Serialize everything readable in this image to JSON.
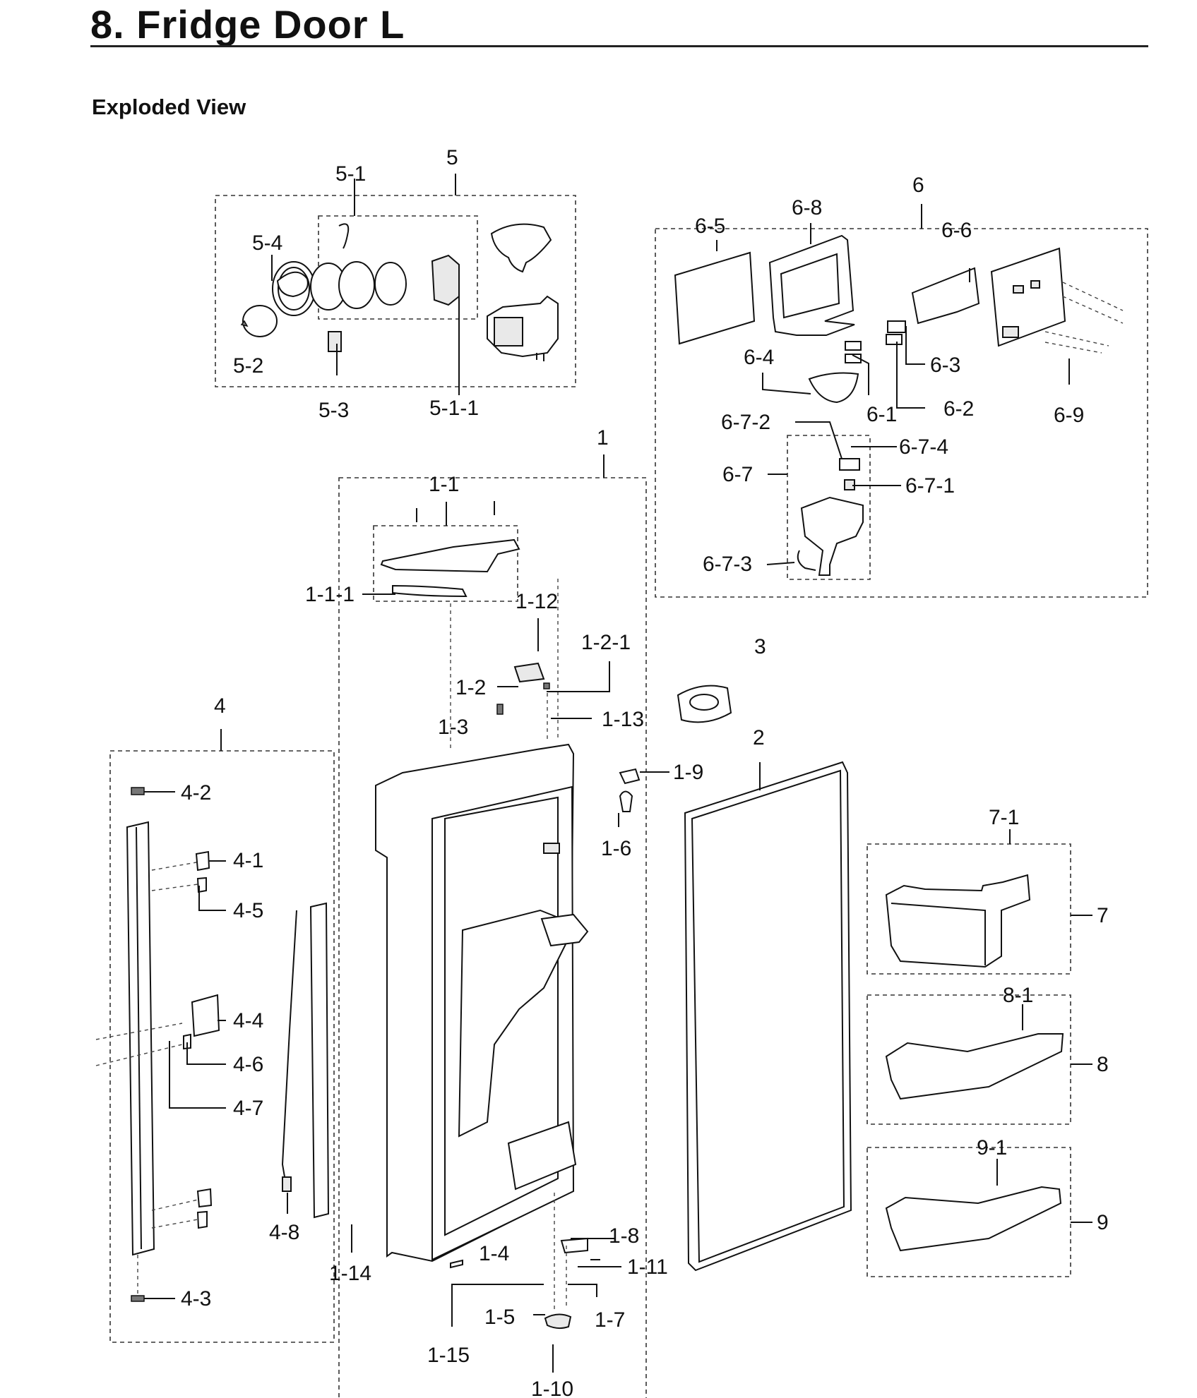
{
  "header": {
    "title": "8.  Fridge Door L",
    "subtitle": "Exploded View"
  },
  "callouts": {
    "c1": "1",
    "c1_1": "1-1",
    "c1_1_1": "1-1-1",
    "c1_2": "1-2",
    "c1_2_1": "1-2-1",
    "c1_3": "1-3",
    "c1_4": "1-4",
    "c1_5": "1-5",
    "c1_6": "1-6",
    "c1_7": "1-7",
    "c1_8": "1-8",
    "c1_9": "1-9",
    "c1_10": "1-10",
    "c1_11": "1-11",
    "c1_12": "1-12",
    "c1_13": "1-13",
    "c1_14": "1-14",
    "c1_15": "1-15",
    "c2": "2",
    "c3": "3",
    "c4": "4",
    "c4_1": "4-1",
    "c4_2": "4-2",
    "c4_3": "4-3",
    "c4_4": "4-4",
    "c4_5": "4-5",
    "c4_6": "4-6",
    "c4_7": "4-7",
    "c4_8": "4-8",
    "c5": "5",
    "c5_1": "5-1",
    "c5_1_1": "5-1-1",
    "c5_2": "5-2",
    "c5_3": "5-3",
    "c5_4": "5-4",
    "c6": "6",
    "c6_1": "6-1",
    "c6_2": "6-2",
    "c6_3": "6-3",
    "c6_4": "6-4",
    "c6_5": "6-5",
    "c6_6": "6-6",
    "c6_7": "6-7",
    "c6_7_1": "6-7-1",
    "c6_7_2": "6-7-2",
    "c6_7_3": "6-7-3",
    "c6_7_4": "6-7-4",
    "c6_8": "6-8",
    "c6_9": "6-9",
    "c7": "7",
    "c7_1": "7-1",
    "c8": "8",
    "c8_1": "8-1",
    "c9": "9",
    "c9_1": "9-1"
  }
}
